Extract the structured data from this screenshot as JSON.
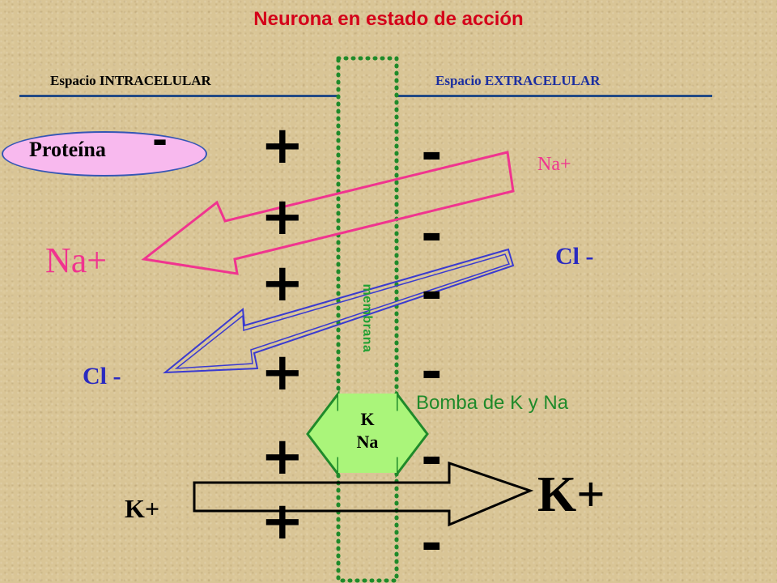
{
  "title": "Neurona en estado de acción",
  "labels": {
    "intracellular": "Espacio INTRACELULAR",
    "extracellular": "Espacio EXTRACELULAR",
    "membrane": "membrana",
    "protein": "Proteína",
    "protein_charge": "-",
    "na_in": "Na+",
    "na_out": "Na+",
    "cl_in": "Cl -",
    "cl_out": "Cl -",
    "k_in": "K+",
    "k_out": "K+",
    "pump_name": "Bomba de K y Na",
    "pump_k": "K",
    "pump_na": "Na"
  },
  "charges": {
    "inside": [
      "+",
      "+",
      "+",
      "+",
      "+",
      "+"
    ],
    "outside": [
      "-",
      "-",
      "-",
      "-",
      "-",
      "-"
    ]
  },
  "colors": {
    "title": "#d4001a",
    "na_arrow": "#f0348f",
    "cl_arrow": "#3a3ad0",
    "k_arrow": "#000000",
    "membrane": "#1f8a2a",
    "pump_fill": "#aaf57a",
    "pump_label": "#1f8a2a",
    "protein_fill": "#f8b9ee"
  }
}
